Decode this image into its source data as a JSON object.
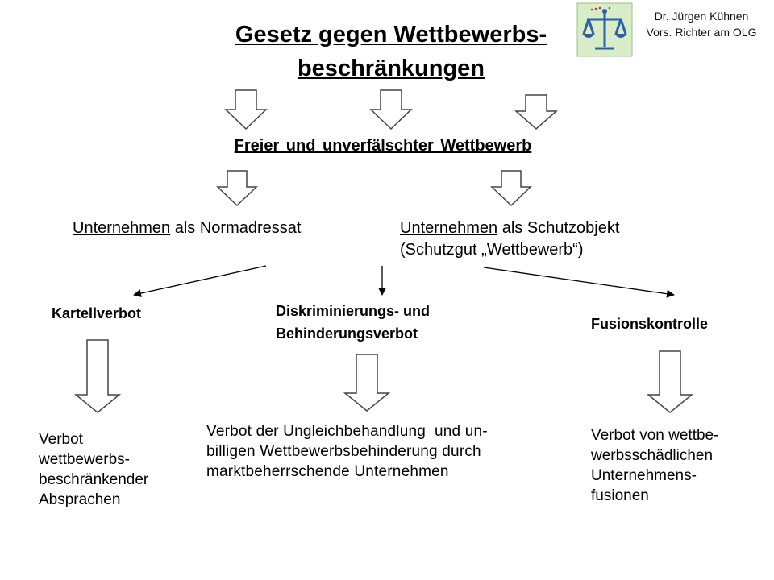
{
  "header": {
    "title_line1": "Gesetz gegen Wettbewerbs-",
    "title_line2": "beschränkungen",
    "author_name": "Dr. Jürgen Kühnen",
    "author_role": "Vors. Richter am OLG"
  },
  "logo": {
    "icon": "scales-of-justice-icon",
    "bg_color": "#d9ecc8",
    "accent": "#2b5fa8"
  },
  "goal": {
    "label": "Freier  und  unverfälschter  Wettbewerb"
  },
  "left_branch": {
    "underlined": "Unternehmen",
    "rest": " als Normadressat"
  },
  "right_branch": {
    "underlined": "Unternehmen",
    "rest": " als Schutzobjekt",
    "line2": "(Schutzgut „Wettbewerb“)"
  },
  "categories": [
    {
      "title_lines": [
        "Kartellverbot"
      ],
      "desc_lines": [
        "Verbot",
        "wettbewerbs-",
        "beschränkender",
        "Absprachen"
      ]
    },
    {
      "title_lines": [
        "Diskriminierungs- und",
        "Behinderungsverbot"
      ],
      "desc_lines": [
        "Verbot der Ungleichbehandlung  und un-",
        "billigen Wettbewerbsbehinderung durch",
        "marktbeherrschende Unternehmen"
      ]
    },
    {
      "title_lines": [
        "Fusionskontrolle"
      ],
      "desc_lines": [
        "Verbot von wettbe-",
        "werbsschädlichen",
        "Unternehmens-",
        "fusionen"
      ]
    }
  ]
}
